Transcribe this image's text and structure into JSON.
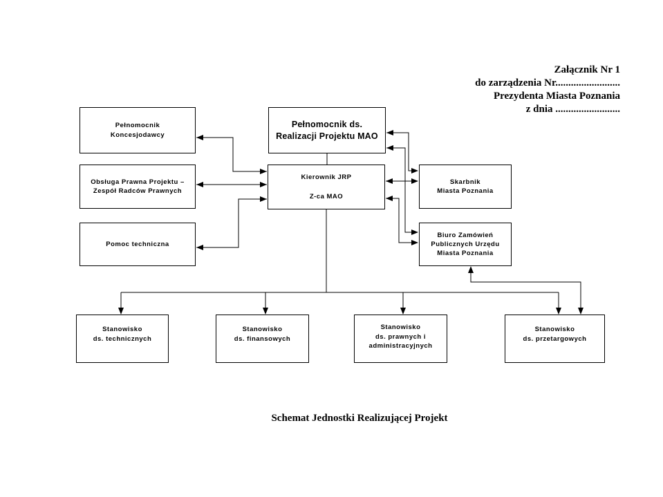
{
  "attachment_note": {
    "line1": "Załącznik Nr 1",
    "line2": "do zarządzenia Nr.........................",
    "line3": "Prezydenta Miasta Poznania",
    "line4": "z dnia ........................."
  },
  "nodes": {
    "pelnomocnik_koncesjodawcy": {
      "line1": "Pełnomocnik",
      "line2": "Koncesjodawcy"
    },
    "pelnomocnik_mao": {
      "line1": "Pełnomocnik ds.",
      "line2": "Realizacji Projektu MAO"
    },
    "obsluga_prawna": {
      "line1": "Obsługa Prawna Projektu –",
      "line2": "Zespół Radców Prawnych"
    },
    "kierownik_jrp": {
      "line1": "Kierownik JRP",
      "line2": "Z-ca MAO"
    },
    "skarbnik": {
      "line1": "Skarbnik",
      "line2": "Miasta Poznania"
    },
    "pomoc_techniczna": {
      "line1": "Pomoc techniczna"
    },
    "biuro_zamowien": {
      "line1": "Biuro Zamówień",
      "line2": "Publicznych Urzędu",
      "line3": "Miasta Poznania"
    },
    "stanowisko_techniczne": {
      "line1": "Stanowisko",
      "line2": "ds. technicznych"
    },
    "stanowisko_finansowe": {
      "line1": "Stanowisko",
      "line2": "ds. finansowych"
    },
    "stanowisko_prawne": {
      "line1": "Stanowisko",
      "line2": "ds. prawnych i",
      "line3": "administracyjnych"
    },
    "stanowisko_przetargowe": {
      "line1": "Stanowisko",
      "line2": "ds. przetargowych"
    }
  },
  "caption": "Schemat Jednostki Realizującej Projekt",
  "colors": {
    "ink": "#000000",
    "background": "#ffffff",
    "box_border": "#000000"
  }
}
